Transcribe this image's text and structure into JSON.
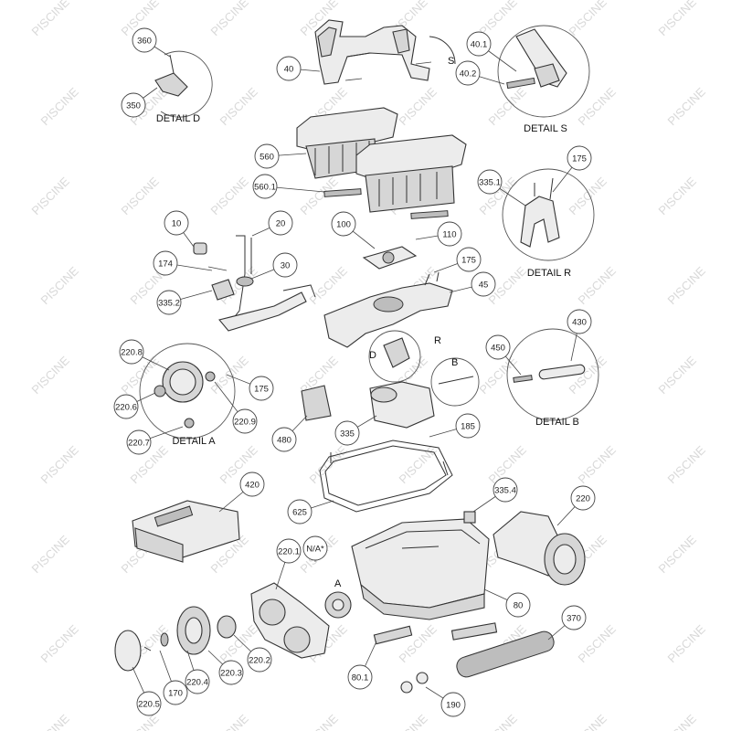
{
  "watermark": {
    "text": "PISCINE"
  },
  "callouts": {
    "c360": "360",
    "c350": "350",
    "c40": "40",
    "c40_1": "40.1",
    "c40_2": "40.2",
    "c560": "560",
    "c560_1": "560.1",
    "c175a": "175",
    "c335_1": "335.1",
    "c10": "10",
    "c20": "20",
    "c174": "174",
    "c30": "30",
    "c335_2": "335.2",
    "c100": "100",
    "c110": "110",
    "c175b": "175",
    "c45": "45",
    "c220_8": "220.8",
    "c220_6": "220.6",
    "c175c": "175",
    "c220_9": "220.9",
    "c220_7": "220.7",
    "c480": "480",
    "c335": "335",
    "c450": "450",
    "c430": "430",
    "c185": "185",
    "c625": "625",
    "c420": "420",
    "c335_4": "335.4",
    "c220": "220",
    "c220_1": "220.1",
    "cna": "N/A*",
    "c80": "80",
    "c370": "370",
    "c220_5": "220.5",
    "c170": "170",
    "c220_4": "220.4",
    "c220_3": "220.3",
    "c220_2": "220.2",
    "c80_1": "80.1",
    "c190": "190"
  },
  "details": {
    "d": "DETAIL D",
    "s": "DETAIL S",
    "r": "DETAIL R",
    "a": "DETAIL A",
    "b": "DETAIL B"
  },
  "letters": {
    "s": "S",
    "r": "R",
    "d": "D",
    "b": "B",
    "a": "A"
  }
}
